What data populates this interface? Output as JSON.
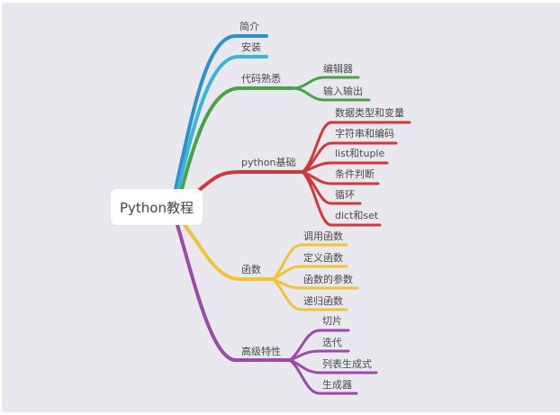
{
  "root": {
    "label": "Python教程"
  },
  "colors": {
    "background": "#e8e8ee",
    "intro": "#2f8fcf",
    "install": "#3bb5d6",
    "code": "#4aa14a",
    "basics": "#d1383d",
    "functions": "#f2c23a",
    "advanced": "#9b4aa8"
  },
  "branches": [
    {
      "label": "简介",
      "children": []
    },
    {
      "label": "安装",
      "children": []
    },
    {
      "label": "代码熟悉",
      "children": [
        "编辑器",
        "输入输出"
      ]
    },
    {
      "label": "python基础",
      "children": [
        "数据类型和变量",
        "字符串和编码",
        "list和tuple",
        "条件判断",
        "循环",
        "dict和set"
      ]
    },
    {
      "label": "函数",
      "children": [
        "调用函数",
        "定义函数",
        "函数的参数",
        "递归函数"
      ]
    },
    {
      "label": "高级特性",
      "children": [
        "切片",
        "迭代",
        "列表生成式",
        "生成器"
      ]
    }
  ]
}
